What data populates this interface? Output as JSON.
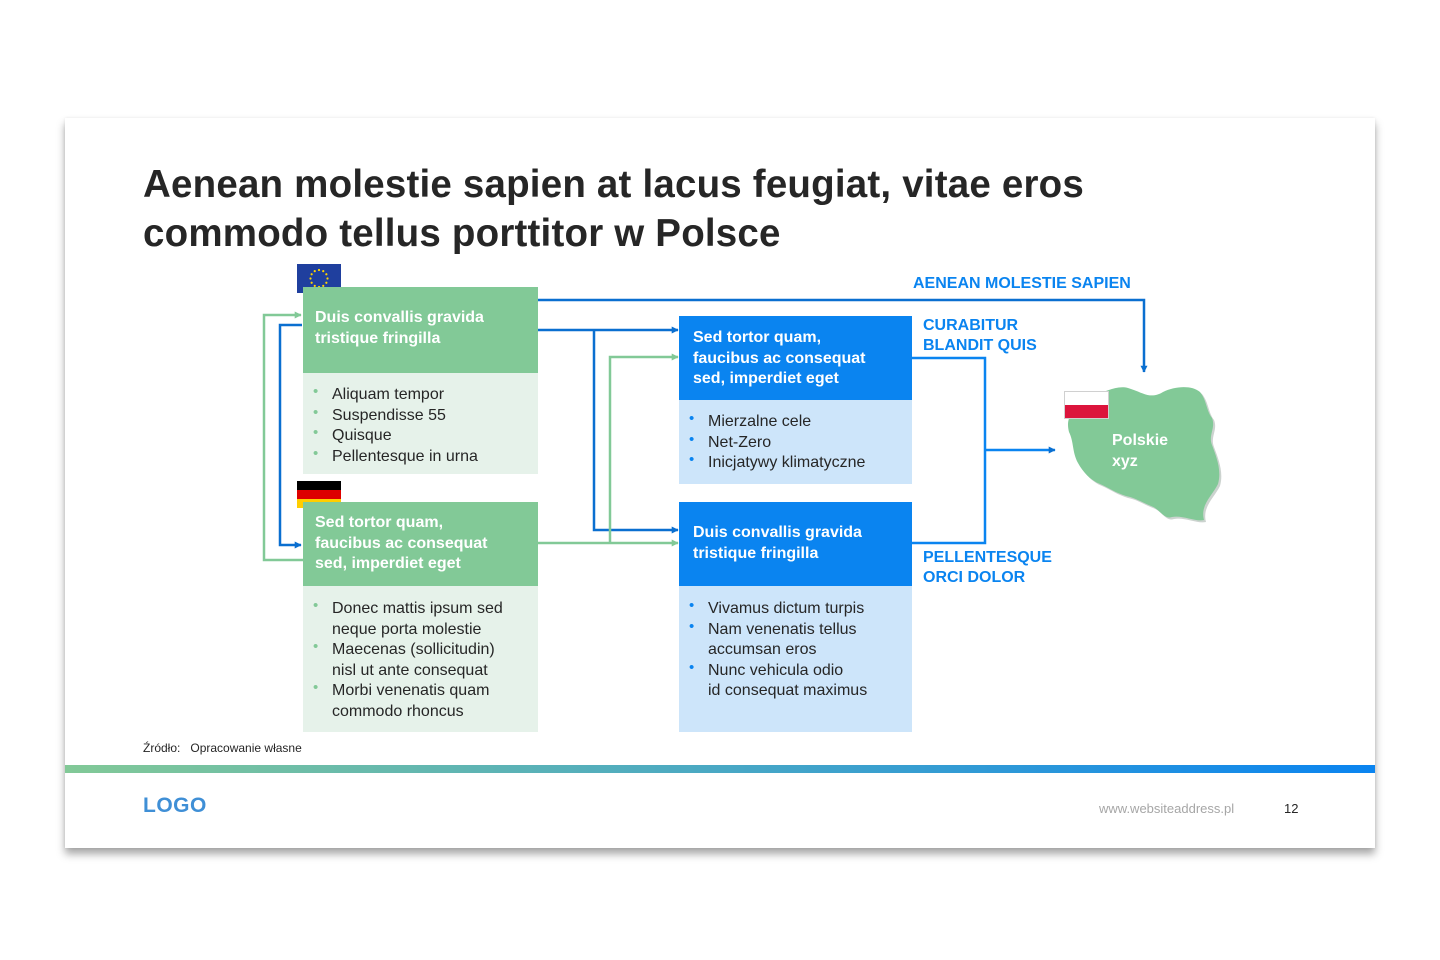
{
  "title": {
    "line1": "Aenean molestie sapien at lacus feugiat, vitae eros",
    "line2": "commodo tellus porttitor w Polsce"
  },
  "colors": {
    "green": "#82c997",
    "blue": "#0a84f0",
    "title": "#262626"
  },
  "boxes": {
    "eu": {
      "flag_icon": "eu-flag-icon",
      "heading": [
        "Duis convallis gravida",
        "tristique fringilla"
      ],
      "bullets": [
        "Aliquam tempor",
        "Suspendisse 55",
        "Quisque",
        "Pellentesque  in urna"
      ]
    },
    "de": {
      "flag_icon": "germany-flag-icon",
      "heading": [
        "Sed tortor quam,",
        "faucibus ac consequat",
        "sed, imperdiet eget"
      ],
      "bullets": [
        [
          "Donec mattis ipsum sed",
          "neque porta molestie"
        ],
        [
          "Maecenas (sollicitudin)",
          "nisl ut ante consequat"
        ],
        [
          "Morbi venenatis  quam",
          "commodo rhoncus"
        ]
      ]
    },
    "mid_top": {
      "heading": [
        "Sed tortor quam,",
        "faucibus ac consequat",
        "sed, imperdiet eget"
      ],
      "bullets": [
        "Mierzalne cele",
        "Net-Zero",
        "Inicjatywy klimatyczne"
      ]
    },
    "mid_bottom": {
      "heading": [
        "Duis convallis gravida",
        "tristique fringilla"
      ],
      "bullets": [
        [
          "Vivamus dictum turpis"
        ],
        [
          "Nam venenatis tellus",
          "accumsan eros"
        ],
        [
          "Nunc vehicula odio",
          "id consequat maximus"
        ]
      ]
    }
  },
  "labels": {
    "top": "AENEAN MOLESTIE SAPIEN",
    "upper": [
      "CURABITUR",
      "BLANDIT QUIS"
    ],
    "lower": [
      "PELLENTESQUE",
      "ORCI DOLOR"
    ]
  },
  "poland": {
    "flag_icon": "poland-flag-icon",
    "map_icon": "poland-map-icon",
    "text": [
      "Polskie",
      "xyz"
    ]
  },
  "footer": {
    "source_label": "Źródło:",
    "source_value": "Opracowanie własne",
    "logo": "LOGO",
    "website": "www.websiteaddress.pl",
    "page": "12"
  }
}
